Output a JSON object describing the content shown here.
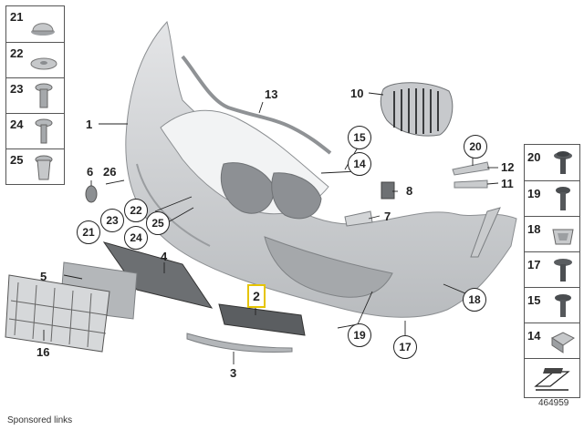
{
  "left_panel": {
    "items": [
      {
        "number": "21",
        "icon": "round-plug-cap-icon"
      },
      {
        "number": "22",
        "icon": "washer-disc-icon"
      },
      {
        "number": "23",
        "icon": "rivet-expanding-icon"
      },
      {
        "number": "24",
        "icon": "rivet-torx-icon"
      },
      {
        "number": "25",
        "icon": "clip-sleeve-icon"
      }
    ]
  },
  "right_panel": {
    "items": [
      {
        "number": "20",
        "icon": "torx-screw-washer-icon"
      },
      {
        "number": "19",
        "icon": "torx-screw-icon"
      },
      {
        "number": "18",
        "icon": "spring-clip-icon"
      },
      {
        "number": "17",
        "icon": "hex-screw-icon"
      },
      {
        "number": "15",
        "icon": "pan-screw-icon"
      },
      {
        "number": "14",
        "icon": "square-nut-icon"
      },
      {
        "number": "",
        "icon": "direction-arrow-icon"
      }
    ]
  },
  "callouts": {
    "p1": "1",
    "p2": "2",
    "p3": "3",
    "p4": "4",
    "p5": "5",
    "p6": "6",
    "p7": "7",
    "p8": "8",
    "p10": "10",
    "p11": "11",
    "p12": "12",
    "p13": "13",
    "p14": "14",
    "p15": "15",
    "p16": "16",
    "p17": "17",
    "p18": "18",
    "p19": "19",
    "p20": "20",
    "p21": "21",
    "p22": "22",
    "p23": "23",
    "p24": "24",
    "p25": "25",
    "p26": "26"
  },
  "footer": {
    "sponsored": "Sponsored links",
    "diagram_id": "464959"
  },
  "colors": {
    "bumper_fill": "#d4d6d8",
    "bumper_shadow": "#a9acaf",
    "highlight": "#e6c400"
  }
}
